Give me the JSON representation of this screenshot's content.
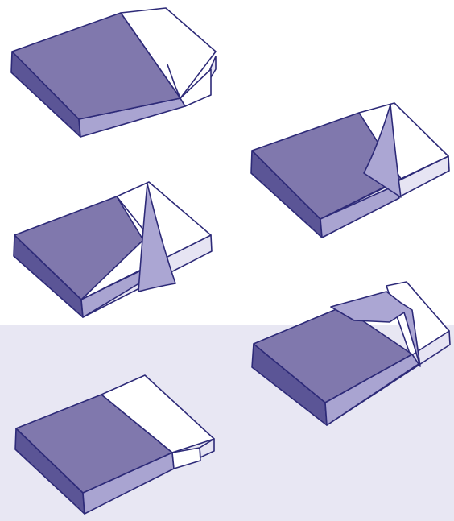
{
  "colors": {
    "page_background": "#ffffff",
    "lower_band": "#e8e7f3",
    "outline": "#2d2a78",
    "blanket_top": "#8078ad",
    "blanket_side_front": "#5b5596",
    "blanket_side_right": "#a9a4d1",
    "sheet_fold": "#aba6d3",
    "sheet_white": "#ffffff",
    "mattress_side": "#e6e4f3"
  },
  "figure": {
    "panel_count": 5,
    "panels": [
      {
        "name": "bed-step-1",
        "state": "sheet-turned-down-at-head"
      },
      {
        "name": "bed-step-2",
        "state": "corner-lifted"
      },
      {
        "name": "bed-step-3",
        "state": "corner-hanging"
      },
      {
        "name": "bed-step-4",
        "state": "corner-tucked-across-top"
      },
      {
        "name": "bed-step-5",
        "state": "sheet-band-folded-over-blanket"
      }
    ]
  }
}
